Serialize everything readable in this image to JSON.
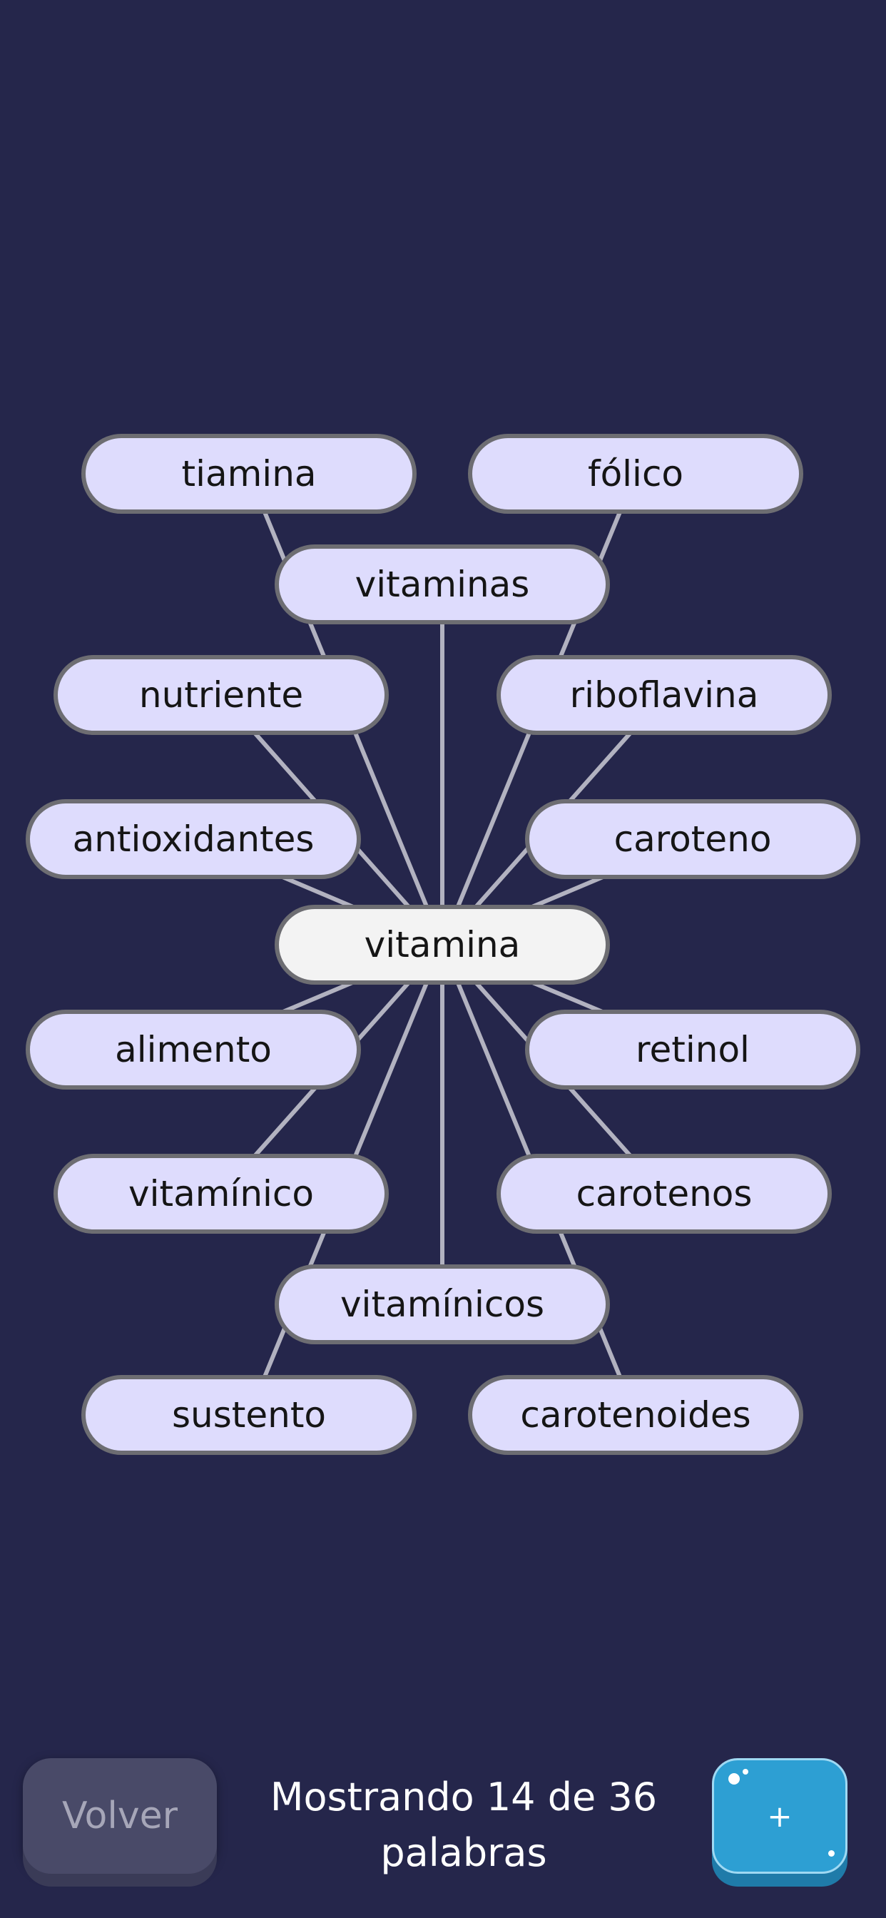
{
  "graph": {
    "center": "vitamina",
    "words": [
      "tiamina",
      "fólico",
      "vitaminas",
      "nutriente",
      "riboflavina",
      "antioxidantes",
      "caroteno",
      "alimento",
      "retinol",
      "vitamínico",
      "carotenos",
      "vitamínicos",
      "sustento",
      "carotenoides"
    ]
  },
  "footer": {
    "back_label": "Volver",
    "status_line1": "Mostrando 14 de 36",
    "status_line2": "palabras",
    "add_label": "+"
  },
  "colors": {
    "background": "#25264b",
    "pill_fill": "#dedcfd",
    "center_fill": "#f3f3f3",
    "pill_border": "#6d6d72",
    "line": "#b2b2c0",
    "add_button": "#2d9fd3",
    "back_button": "#494a68"
  }
}
